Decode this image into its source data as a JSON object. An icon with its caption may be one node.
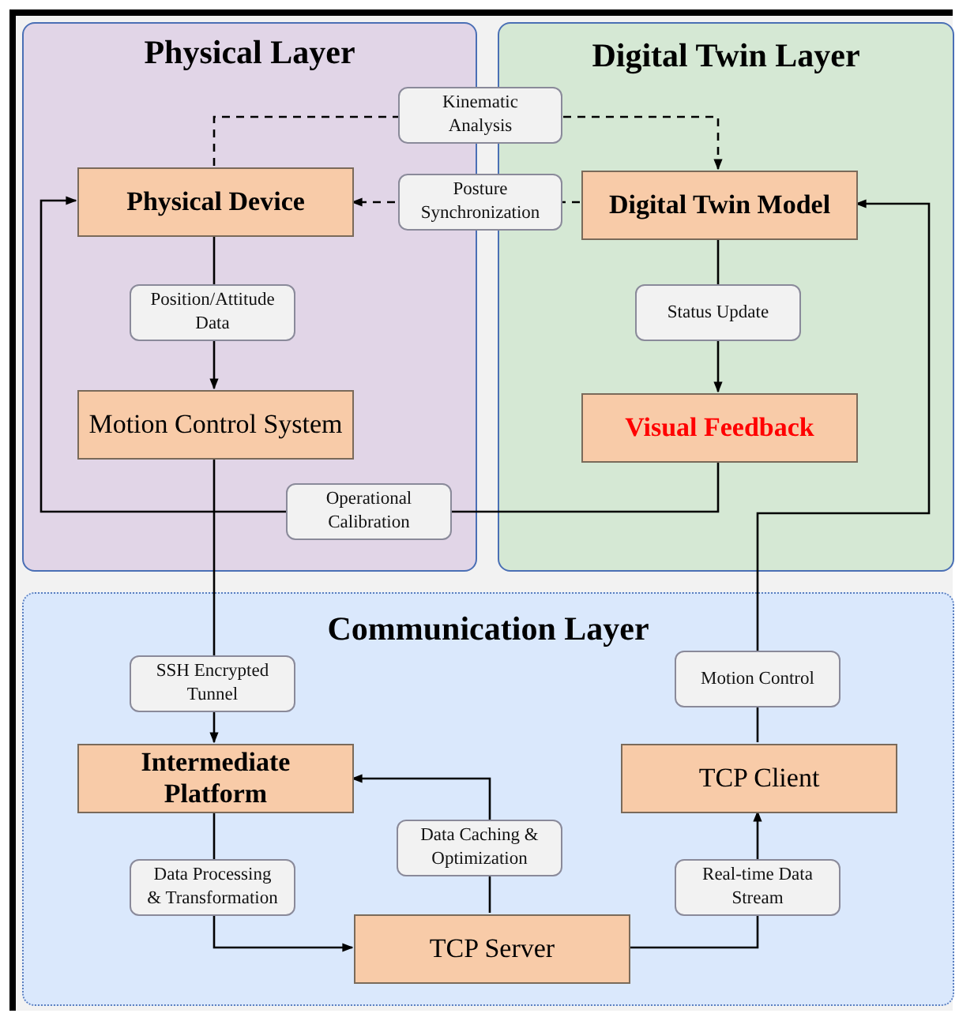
{
  "diagram": {
    "nodes": [
      {
        "text": [
          "Physical Layer"
        ]
      },
      {
        "text": [
          "Physical Device"
        ],
        "in": 0
      },
      {
        "text": [
          "Motion Control System"
        ],
        "in": 0
      },
      {
        "text": [
          "Digital Twin Layer"
        ]
      },
      {
        "text": [
          "Digital Twin Model"
        ],
        "in": 3
      },
      {
        "text": [
          "Visual Feedback"
        ],
        "in": 3
      },
      {
        "text": [
          "Communication Layer"
        ]
      },
      {
        "text": [
          "Intermediate Platform"
        ],
        "in": 6
      },
      {
        "text": [
          "TCP Client"
        ],
        "in": 6
      },
      {
        "text": [
          "TCP Server"
        ],
        "in": 6
      }
    ],
    "edges": [
      {
        "from": 1,
        "to": 4,
        "arrow": "to",
        "label": "Kinematic Analysis",
        "style": "dashed"
      },
      {
        "from": 4,
        "to": 1,
        "arrow": "to",
        "label": "Posture Synchronization",
        "style": "dashed"
      },
      {
        "from": 1,
        "to": 2,
        "arrow": "to",
        "label": "Position/Attitude Data"
      },
      {
        "from": 4,
        "to": 5,
        "arrow": "to",
        "label": "Status Update"
      },
      {
        "from": 5,
        "to": 1,
        "arrow": "to",
        "label": "Operational Calibration"
      },
      {
        "from": 2,
        "to": 7,
        "arrow": "to",
        "label": "SSH Encrypted Tunnel"
      },
      {
        "from": 7,
        "to": 9,
        "arrow": "to",
        "label": "Data Processing & Transformation"
      },
      {
        "from": 9,
        "to": 7,
        "arrow": "to",
        "label": "Data Caching & Optimization"
      },
      {
        "from": 9,
        "to": 8,
        "arrow": "to",
        "label": "Real-time Data Stream"
      },
      {
        "from": 8,
        "to": 4,
        "arrow": "to",
        "label": "Motion Control"
      }
    ]
  }
}
